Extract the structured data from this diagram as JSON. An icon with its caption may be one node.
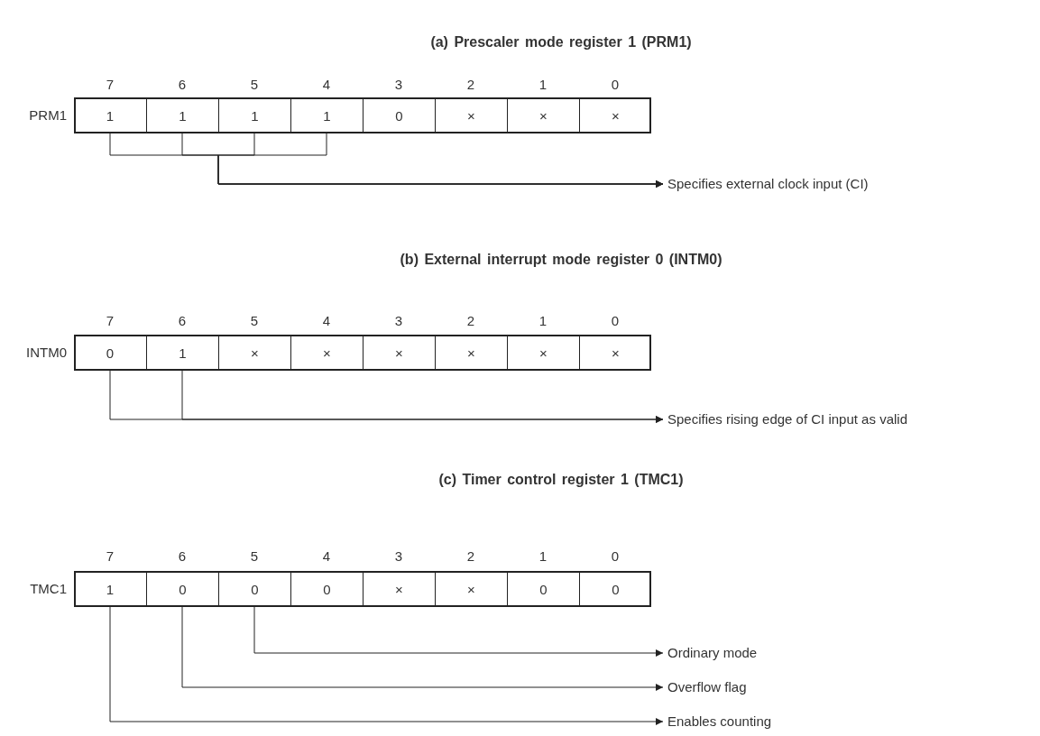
{
  "diagram": {
    "nodes": [
      {
        "text": [],
        "shape": "box",
        "beside": [
          "PRM1"
        ]
      },
      {
        "text": [
          "1"
        ],
        "in": 0
      },
      {
        "text": [
          "1"
        ],
        "in": 0
      },
      {
        "text": [
          "1"
        ],
        "in": 0
      },
      {
        "text": [
          "1"
        ],
        "in": 0
      },
      {
        "text": [
          "0"
        ],
        "in": 0
      },
      {
        "text": [
          "×"
        ],
        "in": 0
      },
      {
        "text": [
          "×"
        ],
        "in": 0
      },
      {
        "text": [
          "×"
        ],
        "in": 0
      },
      {
        "text": [
          "Specifies external clock input (CI)"
        ]
      },
      {
        "text": [],
        "shape": "box",
        "beside": [
          "INTM0"
        ]
      },
      {
        "text": [
          "0"
        ],
        "in": 10
      },
      {
        "text": [
          "1"
        ],
        "in": 10
      },
      {
        "text": [
          "×"
        ],
        "in": 10
      },
      {
        "text": [
          "×"
        ],
        "in": 10
      },
      {
        "text": [
          "×"
        ],
        "in": 10
      },
      {
        "text": [
          "×"
        ],
        "in": 10
      },
      {
        "text": [
          "×"
        ],
        "in": 10
      },
      {
        "text": [
          "×"
        ],
        "in": 10
      },
      {
        "text": [
          "Specifies rising edge of CI input as valid"
        ]
      },
      {
        "text": [],
        "shape": "box",
        "beside": [
          "TMC1"
        ]
      },
      {
        "text": [
          "1"
        ],
        "in": 20
      },
      {
        "text": [
          "0"
        ],
        "in": 20
      },
      {
        "text": [
          "0"
        ],
        "in": 20
      },
      {
        "text": [
          "0"
        ],
        "in": 20
      },
      {
        "text": [
          "×"
        ],
        "in": 20
      },
      {
        "text": [
          "×"
        ],
        "in": 20
      },
      {
        "text": [
          "0"
        ],
        "in": 20
      },
      {
        "text": [
          "0"
        ],
        "in": 20
      },
      {
        "text": [
          "Ordinary mode"
        ]
      },
      {
        "text": [
          "Overflow flag"
        ]
      },
      {
        "text": [
          "Enables counting"
        ]
      }
    ],
    "edges": [
      {
        "from": 1,
        "to": 9,
        "arrow": "to"
      },
      {
        "from": 2,
        "to": 9,
        "arrow": "to"
      },
      {
        "from": 3,
        "to": 9,
        "arrow": "to"
      },
      {
        "from": 4,
        "to": 9,
        "arrow": "to"
      },
      {
        "from": 11,
        "to": 19,
        "arrow": "to"
      },
      {
        "from": 12,
        "to": 19,
        "arrow": "to"
      },
      {
        "from": 23,
        "to": 29,
        "arrow": "to"
      },
      {
        "from": 22,
        "to": 30,
        "arrow": "to"
      },
      {
        "from": 21,
        "to": 31,
        "arrow": "to"
      }
    ],
    "labels": [
      "(a) Prescaler mode register 1 (PRM1)",
      "7",
      "6",
      "5",
      "4",
      "3",
      "2",
      "1",
      "0",
      "(b) External interrupt mode register 0 (INTM0)",
      "7",
      "6",
      "5",
      "4",
      "3",
      "2",
      "1",
      "0",
      "(c) Timer control register 1 (TMC1)",
      "7",
      "6",
      "5",
      "4",
      "3",
      "2",
      "1",
      "0"
    ]
  }
}
